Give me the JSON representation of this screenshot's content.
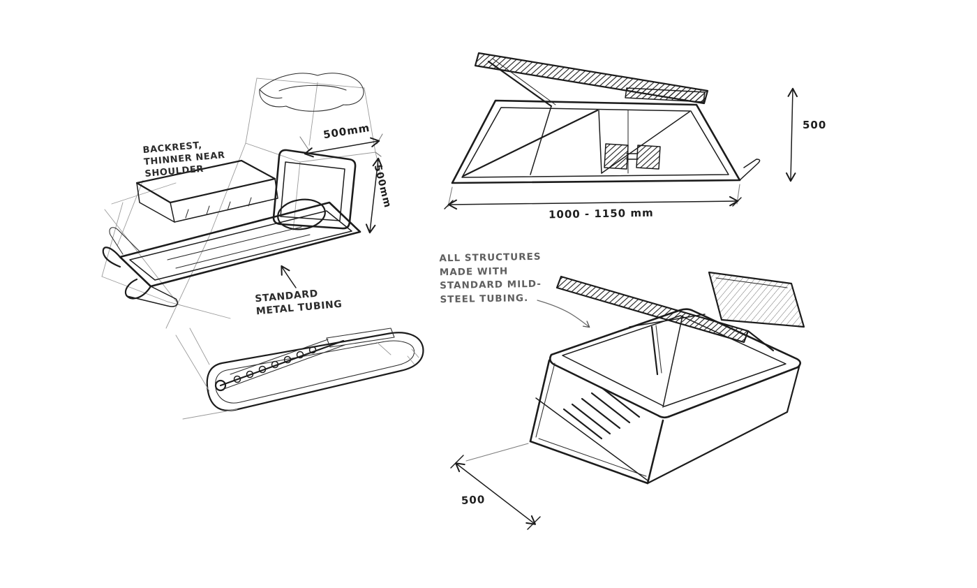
{
  "page": {
    "background": "#ffffff",
    "ink_color": "#1c1c1c",
    "pencil_color": "#9a9a9a"
  },
  "notes": {
    "backrest": "BACKREST,\nTHINNER NEAR\nSHOULDER",
    "metal_tubing": "STANDARD\nMETAL TUBING",
    "structures": "ALL STRUCTURES\nMADE WITH\nSTANDARD MILD-\nSTEEL TUBING."
  },
  "dimensions": {
    "seat_width_top": "500mm",
    "seat_height_side": "500mm",
    "length_range": "1000 - 1150 mm",
    "overall_height": "500",
    "overall_depth": "500"
  }
}
